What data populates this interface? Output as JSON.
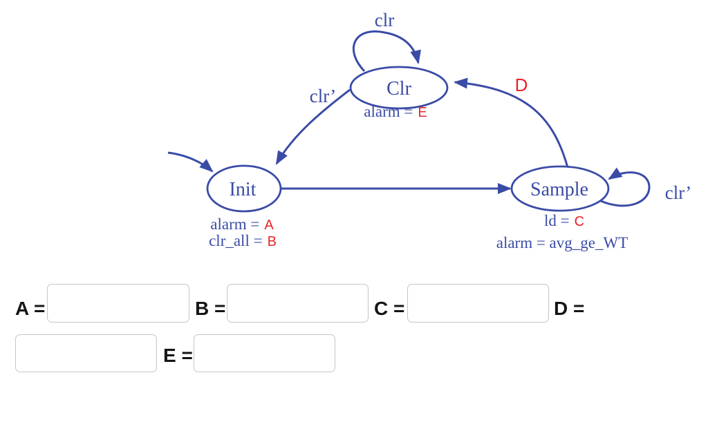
{
  "colors": {
    "diagram_blue": "#3a4ba6",
    "value_red": "#e82329",
    "input_border": "#c6c6c6",
    "label_black": "#151515"
  },
  "diagram": {
    "states": [
      {
        "label": "Init",
        "annotations": [
          {
            "prefix": "alarm =",
            "value": "A"
          },
          {
            "prefix": "clr_all =",
            "value": "B"
          }
        ]
      },
      {
        "label": "Clr",
        "annotations": [
          {
            "prefix": "alarm =",
            "value": "E"
          }
        ]
      },
      {
        "label": "Sample",
        "annotations": [
          {
            "prefix": "ld =",
            "value": "C"
          },
          {
            "prefix": "alarm = avg_ge_WT",
            "value": ""
          }
        ]
      }
    ],
    "edge_labels": {
      "clr_self_loop": "clr",
      "clr_to_init": "clr’",
      "sample_self_loop": "clr’",
      "sample_to_clr": "D"
    }
  },
  "form": {
    "fields": [
      {
        "name": "A",
        "label": "A =",
        "value": ""
      },
      {
        "name": "B",
        "label": "B =",
        "value": ""
      },
      {
        "name": "C",
        "label": "C =",
        "value": ""
      },
      {
        "name": "D",
        "label": "D =",
        "value": ""
      },
      {
        "name": "E",
        "label": "E =",
        "value": ""
      }
    ]
  }
}
